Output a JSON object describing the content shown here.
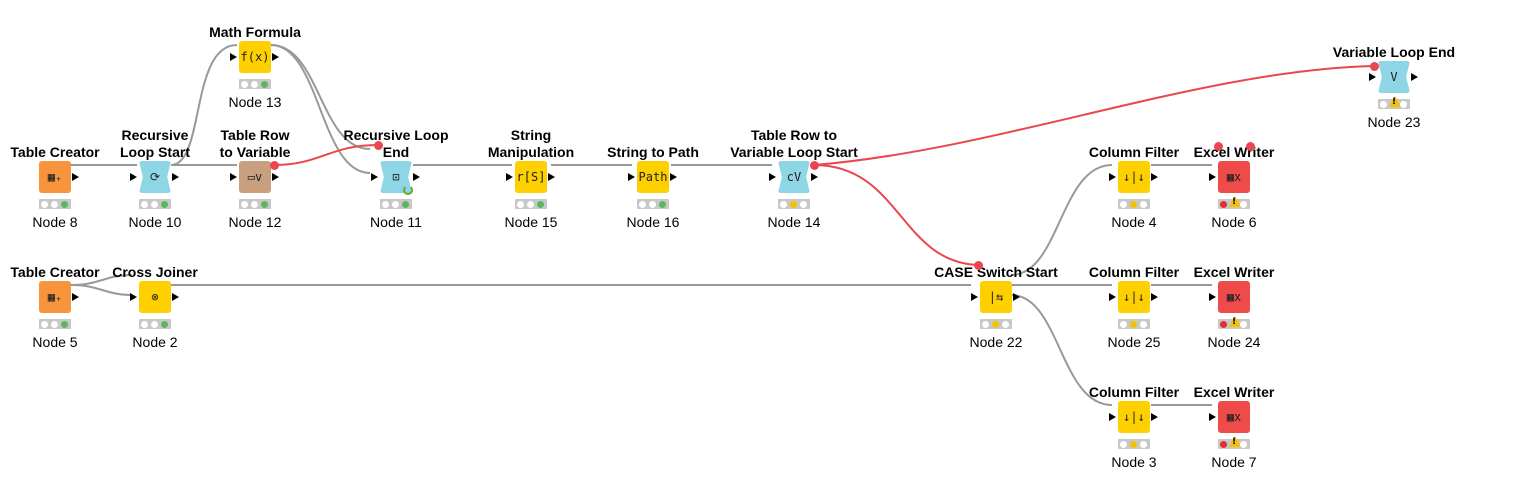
{
  "colors": {
    "orange_source": "#f7943c",
    "yellow_manipulator": "#ffd000",
    "blue_loop": "#8ed5e6",
    "brown_flow": "#c8a07f",
    "red_sink": "#ef4b4b",
    "variable_connection": "#e8474f",
    "data_connection": "#999999",
    "status_green": "#5cb85c",
    "status_yellow": "#f2c200",
    "status_red": "#e03030"
  },
  "nodes": [
    {
      "id": "n8",
      "title": "Table Creator",
      "label": "Node 8",
      "color": "#f7943c",
      "icon": "table-creator-icon",
      "glyph": "▦₊",
      "status": [
        "off",
        "off",
        "green"
      ]
    },
    {
      "id": "n10",
      "title": "Recursive\nLoop Start",
      "label": "Node 10",
      "color": "#8ed5e6",
      "icon": "recursive-loop-start-icon",
      "glyph": "⟳",
      "status": [
        "off",
        "off",
        "green"
      ]
    },
    {
      "id": "n13",
      "title": "Math Formula",
      "label": "Node 13",
      "color": "#ffd000",
      "icon": "math-formula-icon",
      "glyph": "f(x)",
      "status": [
        "off",
        "off",
        "green"
      ]
    },
    {
      "id": "n12",
      "title": "Table Row\nto Variable",
      "label": "Node 12",
      "color": "#c8a07f",
      "icon": "table-row-to-variable-icon",
      "glyph": "▭v",
      "status": [
        "off",
        "off",
        "green"
      ]
    },
    {
      "id": "n11",
      "title": "Recursive Loop End",
      "label": "Node 11",
      "color": "#8ed5e6",
      "icon": "recursive-loop-end-icon",
      "glyph": "⊡",
      "status": [
        "off",
        "off",
        "green"
      ]
    },
    {
      "id": "n15",
      "title": "String Manipulation",
      "label": "Node 15",
      "color": "#ffd000",
      "icon": "string-manipulation-icon",
      "glyph": "r[S]",
      "status": [
        "off",
        "off",
        "green"
      ]
    },
    {
      "id": "n16",
      "title": "String to Path",
      "label": "Node 16",
      "color": "#ffd000",
      "icon": "string-to-path-icon",
      "glyph": "Path",
      "status": [
        "off",
        "off",
        "green"
      ]
    },
    {
      "id": "n14",
      "title": "Table Row to\nVariable Loop Start",
      "label": "Node 14",
      "color": "#8ed5e6",
      "icon": "variable-loop-start-icon",
      "glyph": "cV",
      "status": [
        "off",
        "yellow",
        "off"
      ]
    },
    {
      "id": "n23",
      "title": "Variable Loop End",
      "label": "Node 23",
      "color": "#8ed5e6",
      "icon": "variable-loop-end-icon",
      "glyph": "V",
      "status": [
        "off",
        "warn",
        "off"
      ]
    },
    {
      "id": "n4",
      "title": "Column Filter",
      "label": "Node 4",
      "color": "#ffd000",
      "icon": "column-filter-icon",
      "glyph": "↓|↓",
      "status": [
        "off",
        "yellow",
        "off"
      ]
    },
    {
      "id": "n6",
      "title": "Excel Writer",
      "label": "Node 6",
      "color": "#ef4b4b",
      "icon": "excel-writer-icon",
      "glyph": "▦x",
      "status": [
        "red",
        "warn",
        "off"
      ]
    },
    {
      "id": "n5",
      "title": "Table Creator",
      "label": "Node 5",
      "color": "#f7943c",
      "icon": "table-creator-icon",
      "glyph": "▦₊",
      "status": [
        "off",
        "off",
        "green"
      ]
    },
    {
      "id": "n2",
      "title": "Cross Joiner",
      "label": "Node 2",
      "color": "#ffd000",
      "icon": "cross-joiner-icon",
      "glyph": "⊗",
      "status": [
        "off",
        "off",
        "green"
      ]
    },
    {
      "id": "n22",
      "title": "CASE Switch Start",
      "label": "Node 22",
      "color": "#ffd000",
      "icon": "case-switch-icon",
      "glyph": "|⇆",
      "status": [
        "off",
        "yellow",
        "off"
      ]
    },
    {
      "id": "n25",
      "title": "Column Filter",
      "label": "Node 25",
      "color": "#ffd000",
      "icon": "column-filter-icon",
      "glyph": "↓|↓",
      "status": [
        "off",
        "yellow",
        "off"
      ]
    },
    {
      "id": "n24",
      "title": "Excel Writer",
      "label": "Node 24",
      "color": "#ef4b4b",
      "icon": "excel-writer-icon",
      "glyph": "▦x",
      "status": [
        "red",
        "warn",
        "off"
      ]
    },
    {
      "id": "n3",
      "title": "Column Filter",
      "label": "Node 3",
      "color": "#ffd000",
      "icon": "column-filter-icon",
      "glyph": "↓|↓",
      "status": [
        "off",
        "yellow",
        "off"
      ]
    },
    {
      "id": "n7",
      "title": "Excel Writer",
      "label": "Node 7",
      "color": "#ef4b4b",
      "icon": "excel-writer-icon",
      "glyph": "▦x",
      "status": [
        "red",
        "warn",
        "off"
      ]
    }
  ]
}
